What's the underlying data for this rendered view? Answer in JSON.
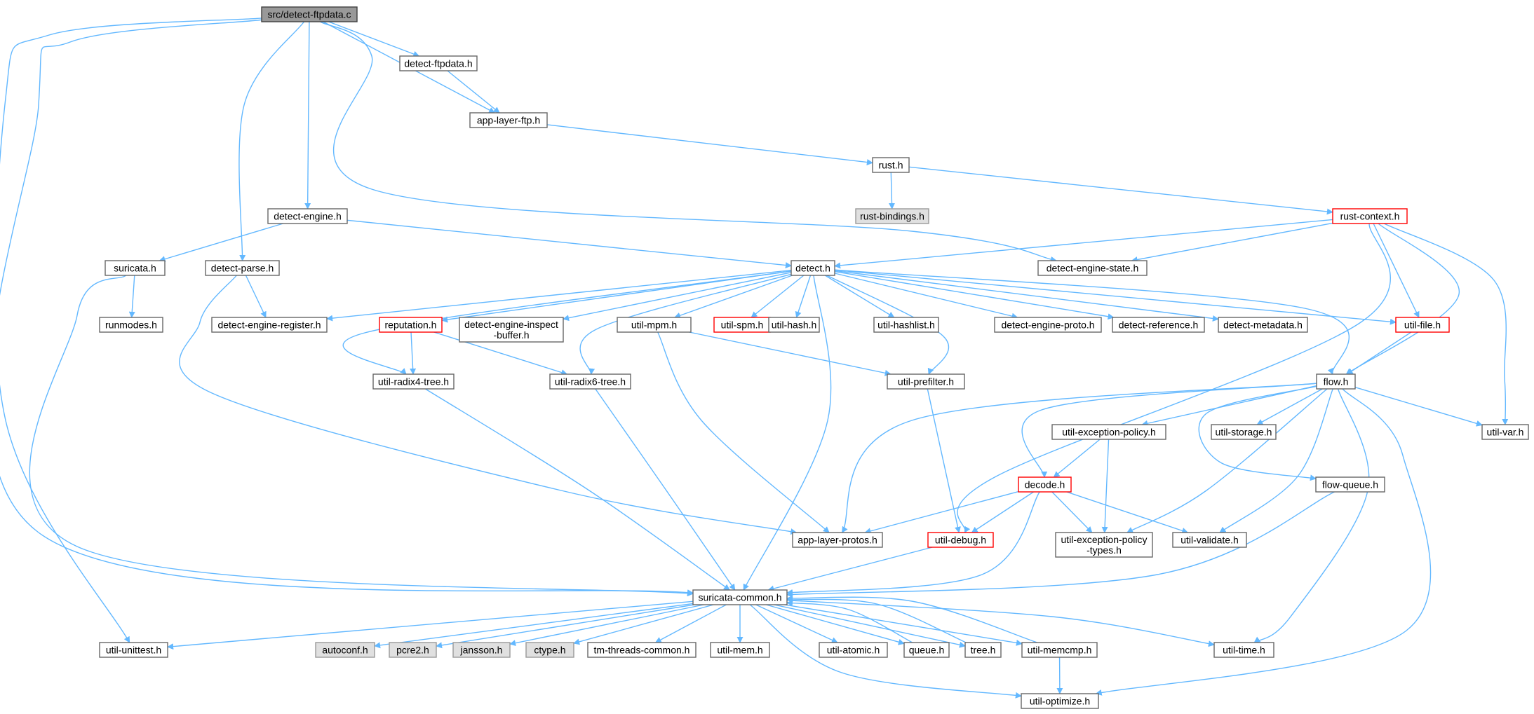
{
  "diagram": {
    "colors": {
      "edge": "#63b8ff",
      "node_border": "#666666",
      "node_fill": "#ffffff",
      "root_fill": "#999999",
      "root_border": "#404040",
      "external_fill": "#e0e0e0",
      "external_border": "#999999",
      "truncated_border": "#ff0000"
    },
    "nodes": [
      {
        "id": "root",
        "label": "src/detect-ftpdata.c",
        "kind": "root"
      },
      {
        "id": "dftph",
        "label": "detect-ftpdata.h"
      },
      {
        "id": "alftp",
        "label": "app-layer-ftp.h"
      },
      {
        "id": "rust",
        "label": "rust.h"
      },
      {
        "id": "rustb",
        "label": "rust-bindings.h",
        "kind": "external"
      },
      {
        "id": "rustc",
        "label": "rust-context.h",
        "kind": "truncated"
      },
      {
        "id": "deng",
        "label": "detect-engine.h"
      },
      {
        "id": "suri",
        "label": "suricata.h"
      },
      {
        "id": "dparse",
        "label": "detect-parse.h"
      },
      {
        "id": "dh",
        "label": "detect.h"
      },
      {
        "id": "des",
        "label": "detect-engine-state.h"
      },
      {
        "id": "runm",
        "label": "runmodes.h"
      },
      {
        "id": "der",
        "label": "detect-engine-register.h"
      },
      {
        "id": "rep",
        "label": "reputation.h",
        "kind": "truncated"
      },
      {
        "id": "deib",
        "label": [
          "detect-engine-inspect",
          "-buffer.h"
        ]
      },
      {
        "id": "umpm",
        "label": "util-mpm.h"
      },
      {
        "id": "uspm",
        "label": "util-spm.h",
        "kind": "truncated"
      },
      {
        "id": "uhash",
        "label": "util-hash.h"
      },
      {
        "id": "uhl",
        "label": "util-hashlist.h"
      },
      {
        "id": "dep",
        "label": "detect-engine-proto.h"
      },
      {
        "id": "dref",
        "label": "detect-reference.h"
      },
      {
        "id": "dmeta",
        "label": "detect-metadata.h"
      },
      {
        "id": "ufile",
        "label": "util-file.h",
        "kind": "truncated"
      },
      {
        "id": "ur4",
        "label": "util-radix4-tree.h"
      },
      {
        "id": "ur6",
        "label": "util-radix6-tree.h"
      },
      {
        "id": "upre",
        "label": "util-prefilter.h"
      },
      {
        "id": "flow",
        "label": "flow.h"
      },
      {
        "id": "uep",
        "label": "util-exception-policy.h"
      },
      {
        "id": "ustor",
        "label": "util-storage.h"
      },
      {
        "id": "uvar",
        "label": "util-var.h"
      },
      {
        "id": "dec",
        "label": "decode.h",
        "kind": "truncated"
      },
      {
        "id": "fq",
        "label": "flow-queue.h"
      },
      {
        "id": "alp",
        "label": "app-layer-protos.h"
      },
      {
        "id": "udbg",
        "label": "util-debug.h",
        "kind": "truncated"
      },
      {
        "id": "uept",
        "label": [
          "util-exception-policy",
          "-types.h"
        ]
      },
      {
        "id": "uval",
        "label": "util-validate.h"
      },
      {
        "id": "scom",
        "label": "suricata-common.h"
      },
      {
        "id": "uunit",
        "label": "util-unittest.h"
      },
      {
        "id": "autoc",
        "label": "autoconf.h",
        "kind": "external"
      },
      {
        "id": "pcre",
        "label": "pcre2.h",
        "kind": "external"
      },
      {
        "id": "jans",
        "label": "jansson.h",
        "kind": "external"
      },
      {
        "id": "ctype",
        "label": "ctype.h",
        "kind": "external"
      },
      {
        "id": "tmtc",
        "label": "tm-threads-common.h"
      },
      {
        "id": "umem",
        "label": "util-mem.h"
      },
      {
        "id": "uatom",
        "label": "util-atomic.h"
      },
      {
        "id": "queue",
        "label": "queue.h"
      },
      {
        "id": "tree",
        "label": "tree.h"
      },
      {
        "id": "umemcmp",
        "label": "util-memcmp.h"
      },
      {
        "id": "utime",
        "label": "util-time.h"
      },
      {
        "id": "uopt",
        "label": "util-optimize.h"
      }
    ],
    "edges": [
      [
        "root",
        "dftph"
      ],
      [
        "root",
        "alftp"
      ],
      [
        "root",
        "deng"
      ],
      [
        "root",
        "dparse"
      ],
      [
        "root",
        "des"
      ],
      [
        "root",
        "scom"
      ],
      [
        "root",
        "uunit"
      ],
      [
        "dftph",
        "alftp"
      ],
      [
        "alftp",
        "rust"
      ],
      [
        "rust",
        "rustb"
      ],
      [
        "rust",
        "rustc"
      ],
      [
        "rustc",
        "dh"
      ],
      [
        "rustc",
        "des"
      ],
      [
        "rustc",
        "udbg"
      ],
      [
        "rustc",
        "ufile"
      ],
      [
        "rustc",
        "flow"
      ],
      [
        "rustc",
        "uvar"
      ],
      [
        "deng",
        "suri"
      ],
      [
        "deng",
        "dh"
      ],
      [
        "suri",
        "runm"
      ],
      [
        "suri",
        "scom"
      ],
      [
        "dparse",
        "der"
      ],
      [
        "dparse",
        "alp"
      ],
      [
        "dh",
        "der"
      ],
      [
        "dh",
        "rep"
      ],
      [
        "dh",
        "deib"
      ],
      [
        "dh",
        "umpm"
      ],
      [
        "dh",
        "uspm"
      ],
      [
        "dh",
        "uhash"
      ],
      [
        "dh",
        "uhl"
      ],
      [
        "dh",
        "dep"
      ],
      [
        "dh",
        "dref"
      ],
      [
        "dh",
        "dmeta"
      ],
      [
        "dh",
        "ufile"
      ],
      [
        "dh",
        "ur4"
      ],
      [
        "dh",
        "ur6"
      ],
      [
        "dh",
        "upre"
      ],
      [
        "dh",
        "flow"
      ],
      [
        "dh",
        "scom"
      ],
      [
        "rep",
        "ur4"
      ],
      [
        "rep",
        "ur6"
      ],
      [
        "umpm",
        "upre"
      ],
      [
        "umpm",
        "alp"
      ],
      [
        "ufile",
        "flow"
      ],
      [
        "ur4",
        "scom"
      ],
      [
        "ur6",
        "scom"
      ],
      [
        "upre",
        "udbg"
      ],
      [
        "flow",
        "uep"
      ],
      [
        "flow",
        "ustor"
      ],
      [
        "flow",
        "uvar"
      ],
      [
        "flow",
        "dec"
      ],
      [
        "flow",
        "fq"
      ],
      [
        "flow",
        "alp"
      ],
      [
        "flow",
        "uept"
      ],
      [
        "flow",
        "uval"
      ],
      [
        "flow",
        "utime"
      ],
      [
        "flow",
        "uopt"
      ],
      [
        "uep",
        "dec"
      ],
      [
        "uep",
        "uept"
      ],
      [
        "dec",
        "alp"
      ],
      [
        "dec",
        "udbg"
      ],
      [
        "dec",
        "uept"
      ],
      [
        "dec",
        "uval"
      ],
      [
        "dec",
        "scom"
      ],
      [
        "fq",
        "scom"
      ],
      [
        "udbg",
        "scom"
      ],
      [
        "scom",
        "uunit"
      ],
      [
        "scom",
        "autoc"
      ],
      [
        "scom",
        "pcre"
      ],
      [
        "scom",
        "jans"
      ],
      [
        "scom",
        "ctype"
      ],
      [
        "scom",
        "tmtc"
      ],
      [
        "scom",
        "umem"
      ],
      [
        "scom",
        "uatom"
      ],
      [
        "scom",
        "queue"
      ],
      [
        "scom",
        "tree"
      ],
      [
        "scom",
        "umemcmp"
      ],
      [
        "scom",
        "utime"
      ],
      [
        "scom",
        "uopt"
      ],
      [
        "queue",
        "scom"
      ],
      [
        "tree",
        "scom"
      ],
      [
        "umemcmp",
        "scom"
      ],
      [
        "umemcmp",
        "uopt"
      ]
    ]
  }
}
